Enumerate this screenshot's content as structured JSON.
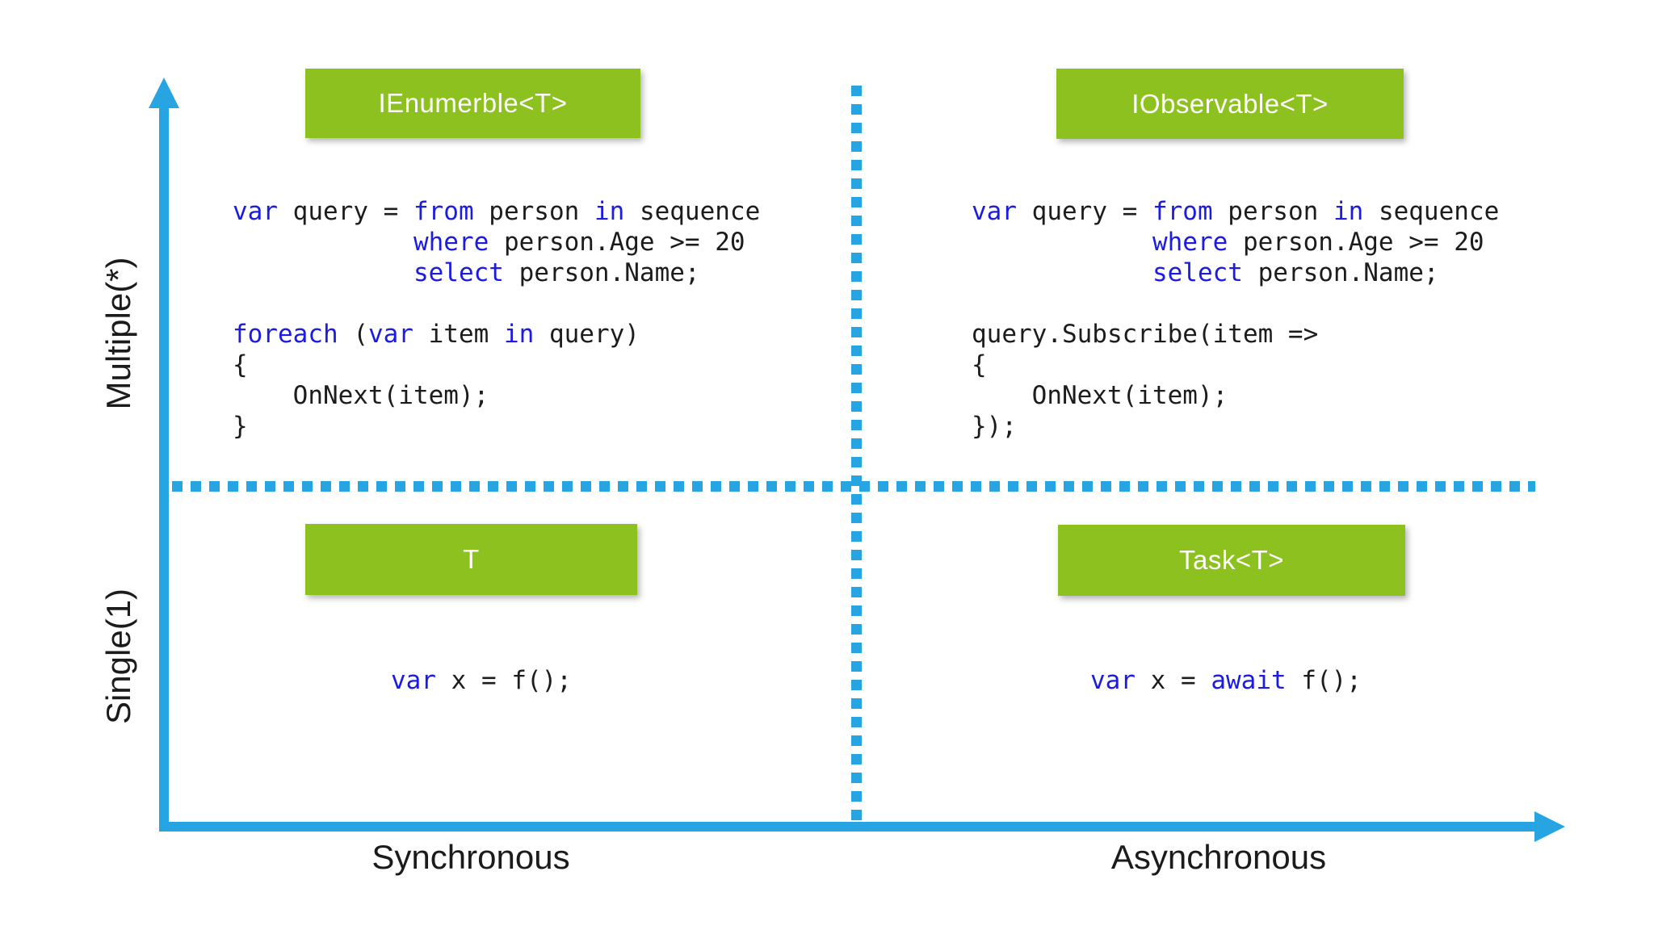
{
  "colors": {
    "axis-blue": "#27a5e2",
    "box-green": "#8cc11f",
    "keyword-blue": "#1c1ce0",
    "code-ink": "#1c1c1c",
    "label-ink": "#1b1b1b"
  },
  "axes": {
    "y_top_label": "Multiple(*)",
    "y_bottom_label": "Single(1)",
    "x_left_label": "Synchronous",
    "x_right_label": "Asynchronous"
  },
  "quadrants": {
    "top_left": {
      "box_label": "IEnumerble<T>",
      "code": [
        [
          {
            "t": "var",
            "k": true
          },
          {
            "t": " query = "
          },
          {
            "t": "from",
            "k": true
          },
          {
            "t": " person "
          },
          {
            "t": "in",
            "k": true
          },
          {
            "t": " sequence"
          }
        ],
        [
          {
            "t": "            "
          },
          {
            "t": "where",
            "k": true
          },
          {
            "t": " person.Age >= 20"
          }
        ],
        [
          {
            "t": "            "
          },
          {
            "t": "select",
            "k": true
          },
          {
            "t": " person.Name;"
          }
        ],
        [],
        [
          {
            "t": "foreach",
            "k": true
          },
          {
            "t": " ("
          },
          {
            "t": "var",
            "k": true
          },
          {
            "t": " item "
          },
          {
            "t": "in",
            "k": true
          },
          {
            "t": " query)"
          }
        ],
        [
          {
            "t": "{"
          }
        ],
        [
          {
            "t": "    OnNext(item);"
          }
        ],
        [
          {
            "t": "}"
          }
        ]
      ]
    },
    "top_right": {
      "box_label": "IObservable<T>",
      "code": [
        [
          {
            "t": "var",
            "k": true
          },
          {
            "t": " query = "
          },
          {
            "t": "from",
            "k": true
          },
          {
            "t": " person "
          },
          {
            "t": "in",
            "k": true
          },
          {
            "t": " sequence"
          }
        ],
        [
          {
            "t": "            "
          },
          {
            "t": "where",
            "k": true
          },
          {
            "t": " person.Age >= 20"
          }
        ],
        [
          {
            "t": "            "
          },
          {
            "t": "select",
            "k": true
          },
          {
            "t": " person.Name;"
          }
        ],
        [],
        [
          {
            "t": "query.Subscribe(item =>"
          }
        ],
        [
          {
            "t": "{"
          }
        ],
        [
          {
            "t": "    OnNext(item);"
          }
        ],
        [
          {
            "t": "});"
          }
        ]
      ]
    },
    "bottom_left": {
      "box_label": "T",
      "code": [
        [
          {
            "t": "var",
            "k": true
          },
          {
            "t": " x = f();"
          }
        ]
      ]
    },
    "bottom_right": {
      "box_label": "Task<T>",
      "code": [
        [
          {
            "t": "var",
            "k": true
          },
          {
            "t": " x = "
          },
          {
            "t": "await",
            "k": true
          },
          {
            "t": " f();"
          }
        ]
      ]
    }
  }
}
